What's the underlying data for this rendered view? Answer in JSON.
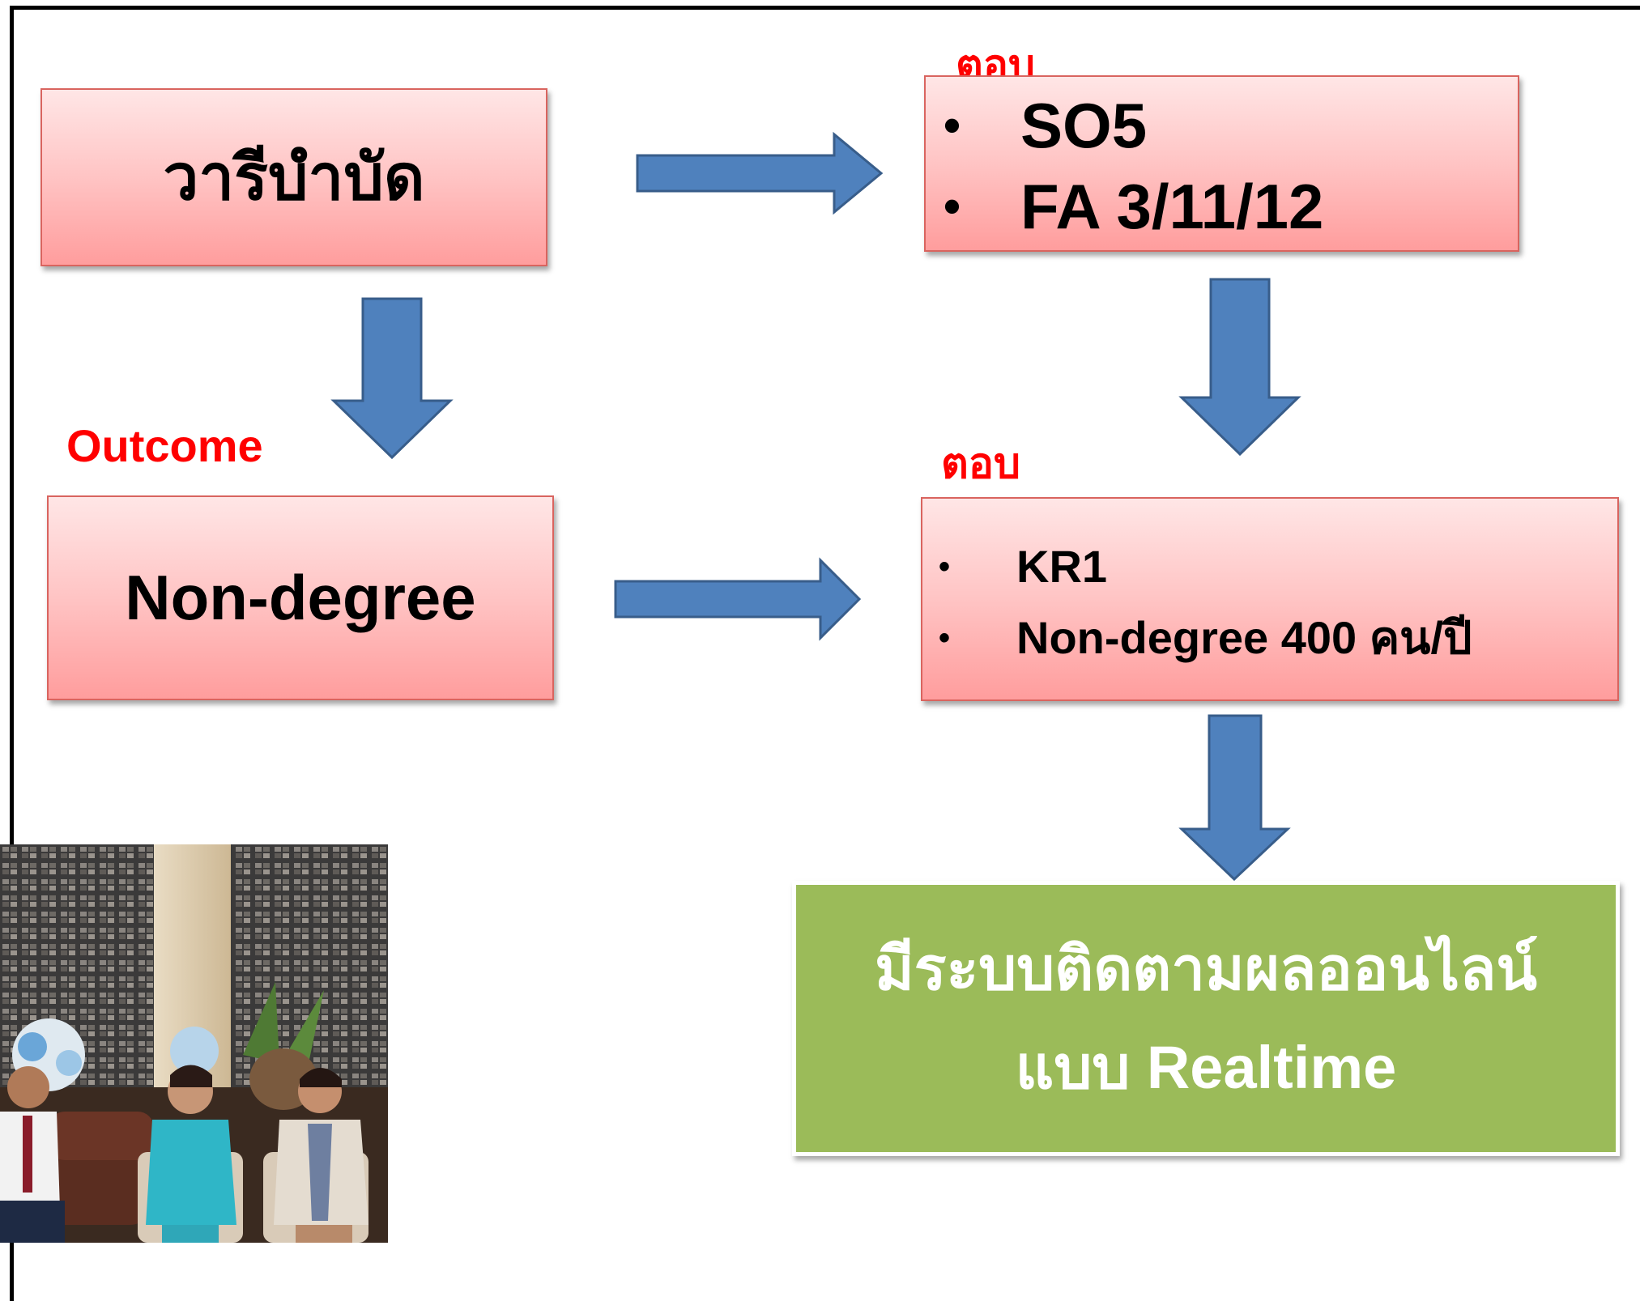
{
  "diagram": {
    "therapy_box": {
      "label": "วารีบำบัด"
    },
    "so_box": {
      "caption": "ตอบ",
      "items": [
        "SO5",
        "FA 3/11/12"
      ]
    },
    "outcome_label": "Outcome",
    "nondegree_box": {
      "label": "Non-degree"
    },
    "kr_box": {
      "caption": "ตอบ",
      "items": [
        "KR1",
        "Non-degree 400 คน/ปี"
      ]
    },
    "result_box": {
      "line1": "มีระบบติดตามผลออนไลน์",
      "line2": "แบบ Realtime"
    },
    "bullet_char": "•"
  },
  "colors": {
    "arrow_fill": "#4f81bd",
    "arrow_stroke": "#385d8a",
    "pink_box": "#ffc4c4",
    "green_box": "#9bbb59",
    "label_red": "#ff0000"
  }
}
